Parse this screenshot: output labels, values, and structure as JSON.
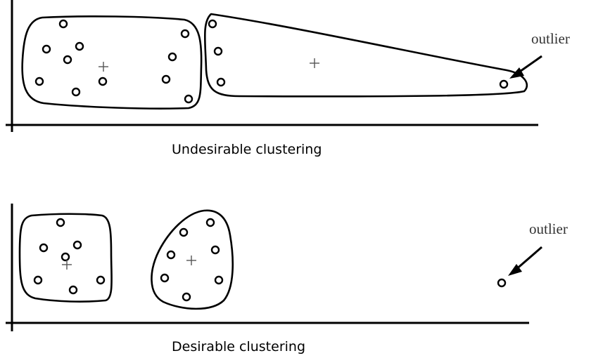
{
  "panels": {
    "undesirable": {
      "caption": "Undesirable clustering",
      "outlier_label": "outlier"
    },
    "desirable": {
      "caption": "Desirable clustering",
      "outlier_label": "outlier"
    }
  }
}
